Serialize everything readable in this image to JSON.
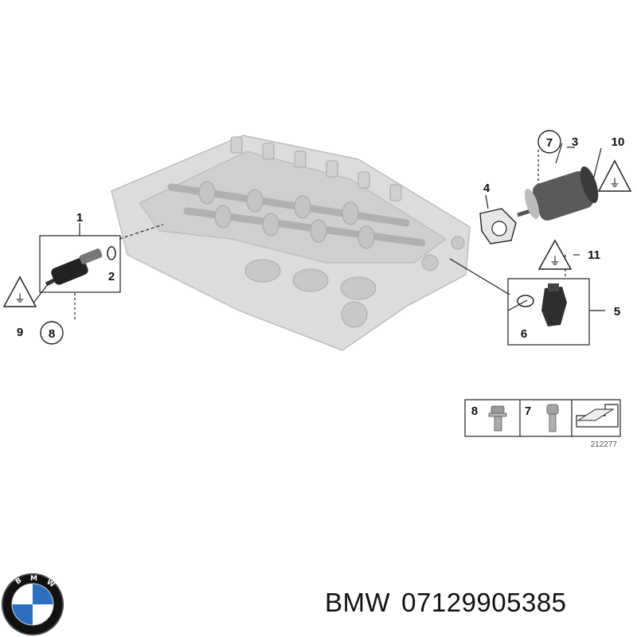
{
  "diagram": {
    "callouts": {
      "c1": "1",
      "c2": "2",
      "c3": "3",
      "c4": "4",
      "c5": "5",
      "c6": "6",
      "c7": "7",
      "c8": "8",
      "c9": "9",
      "c10": "10",
      "c11": "11"
    },
    "fastener_legend": {
      "item_a": "8",
      "item_b": "7"
    },
    "figure_number": "212277"
  },
  "footer": {
    "brand": "BMW",
    "part_number": "07129905385",
    "logo_letters": "BMW"
  },
  "colors": {
    "line": "#222222",
    "part_fill": "#d7d7d7",
    "part_shade": "#b8b8b8",
    "dark_part": "#3a3a3a",
    "logo_blue": "#2b6fc0"
  }
}
